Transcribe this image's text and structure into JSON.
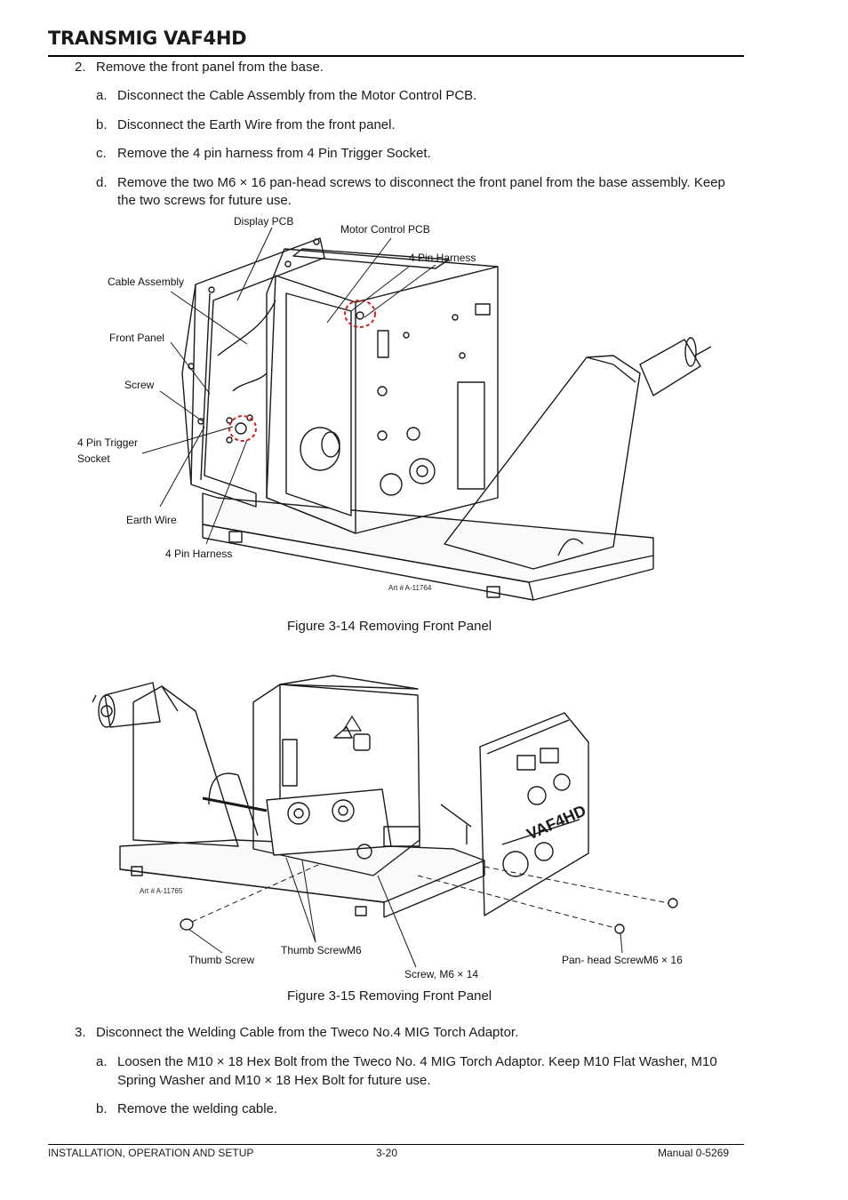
{
  "header": {
    "title": "TRANSMIG VAF4HD"
  },
  "steps": {
    "step2": {
      "num": "2.",
      "text": "Remove the front panel from the base."
    },
    "step2a": {
      "num": "a.",
      "text": "Disconnect the Cable Assembly from the Motor Control PCB."
    },
    "step2b": {
      "num": "b.",
      "text": "Disconnect the Earth Wire from the front panel."
    },
    "step2c": {
      "num": "c.",
      "text": "Remove the 4 pin harness from 4 Pin Trigger Socket."
    },
    "step2d": {
      "num": "d.",
      "line1": "Remove the two M6 × 16 pan-head screws to disconnect the front panel from the base assembly. Keep",
      "line2": "the two screws for future use."
    },
    "step3": {
      "num": "3.",
      "text": "Disconnect the Welding Cable from the Tweco No.4 MIG Torch Adaptor."
    },
    "step3a": {
      "num": "a.",
      "line1": "Loosen the M10 × 18 Hex Bolt from the Tweco No. 4 MIG Torch Adaptor. Keep M10 Flat Washer, M10",
      "line2": "Spring Washer and M10 × 18 Hex Bolt for future use."
    },
    "step3b": {
      "num": "b.",
      "text": "Remove the welding cable."
    }
  },
  "figure1": {
    "caption": "Figure 3-14 Removing Front Panel",
    "art": "Art # A-11764",
    "labels": {
      "display_pcb": "Display PCB",
      "motor_control_pcb": "Motor Control PCB",
      "four_pin_harness_top": "4 Pin Harness",
      "cable_assembly": "Cable Assembly",
      "front_panel": "Front Panel",
      "screw": "Screw",
      "trigger_socket_1": "4 Pin Trigger",
      "trigger_socket_2": "Socket",
      "earth_wire": "Earth Wire",
      "four_pin_harness_bottom": "4 Pin Harness"
    }
  },
  "figure2": {
    "caption": "Figure 3-15 Removing Front Panel",
    "art": "Art # A-11765",
    "panel_brand": "VAF4HD",
    "labels": {
      "thumb_screw": "Thumb Screw",
      "thumb_screw_m6": "Thumb ScrewM6",
      "screw_m6x14": "Screw, M6 × 14",
      "pan_head_screw": "Pan- head ScrewM6 × 16"
    }
  },
  "footer": {
    "left": "INSTALLATION, OPERATION AND SETUP",
    "center": "3-20",
    "right": "Manual 0-5269"
  },
  "colors": {
    "highlight": "#d42020",
    "line": "#1a1a1a"
  }
}
